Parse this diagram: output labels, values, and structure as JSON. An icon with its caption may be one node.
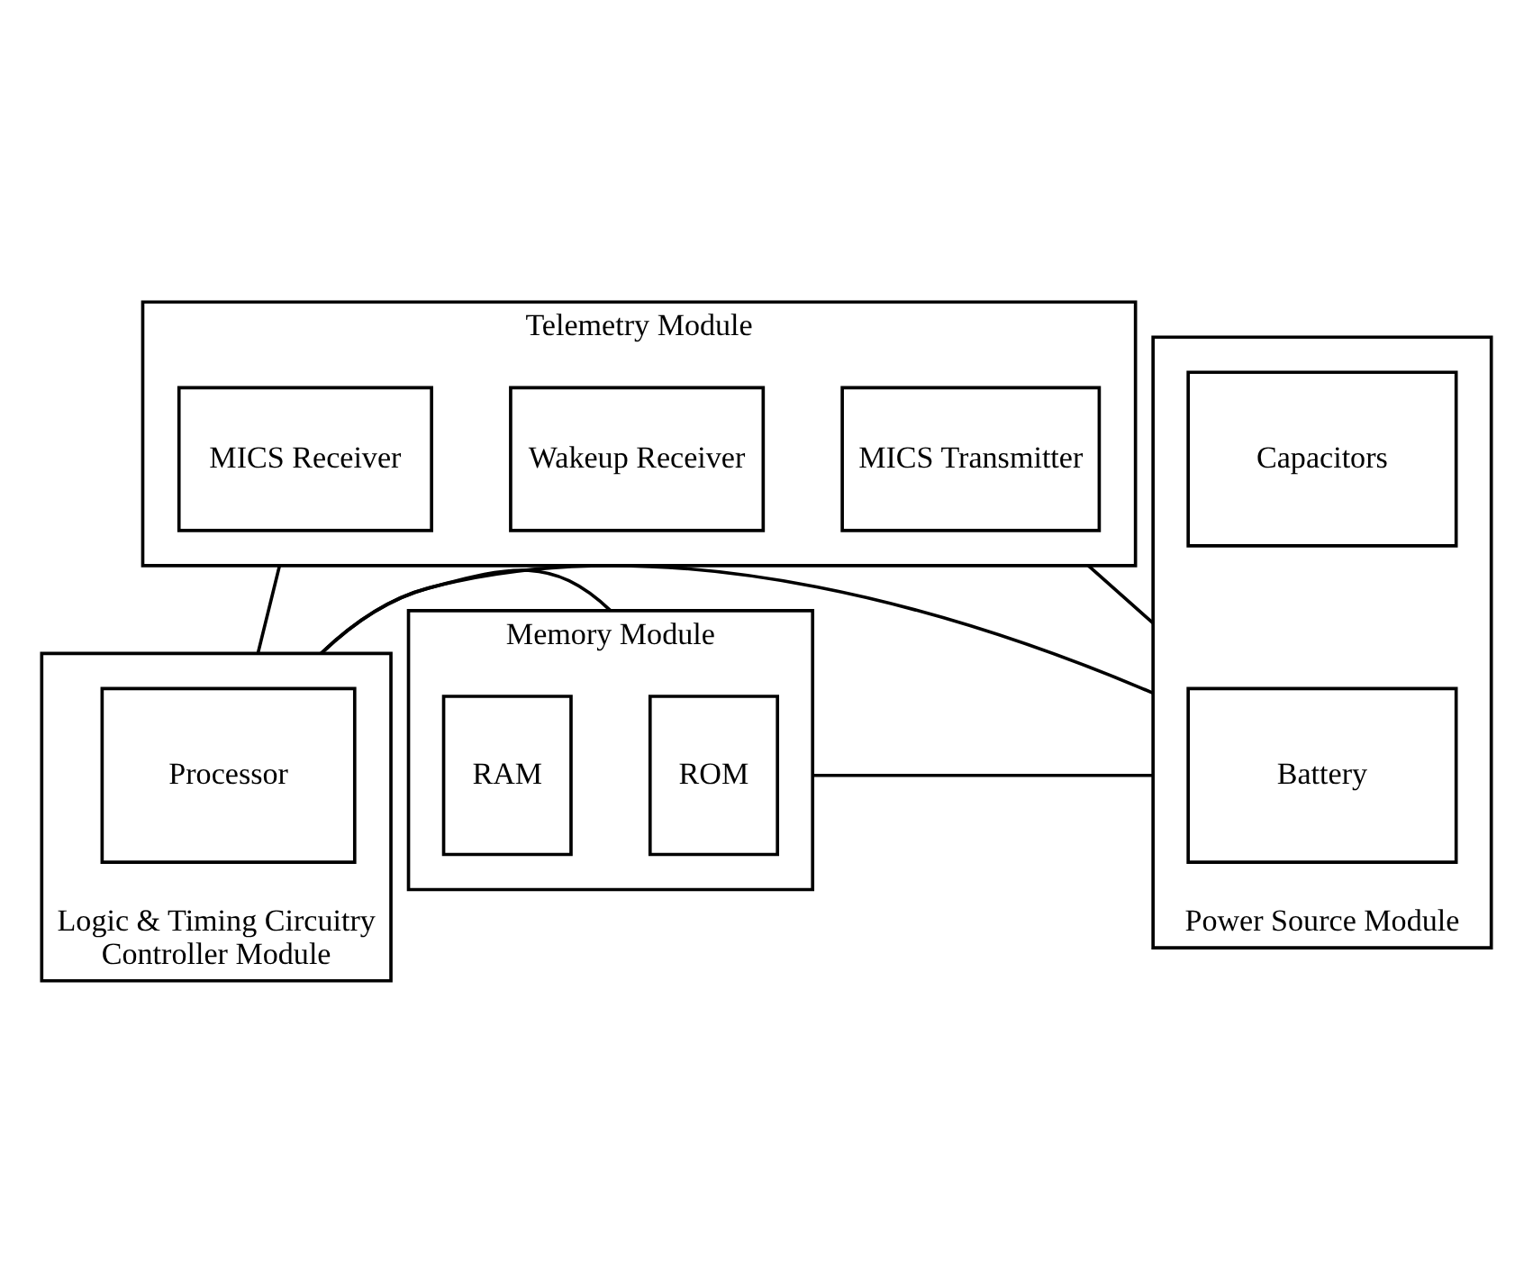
{
  "diagram": {
    "nodes": [
      {
        "text": [
          "Telemetry Module"
        ]
      },
      {
        "text": [
          "MICS Receiver"
        ],
        "in": 0
      },
      {
        "text": [
          "Wakeup Receiver"
        ],
        "in": 0
      },
      {
        "text": [
          "MICS Transmitter"
        ],
        "in": 0
      },
      {
        "text": [
          "Logic & Timing Circuitry",
          "Controller Module"
        ]
      },
      {
        "text": [
          "Processor"
        ],
        "in": 4
      },
      {
        "text": [
          "Memory Module"
        ]
      },
      {
        "text": [
          "ROM"
        ],
        "in": 6
      },
      {
        "text": [
          "RAM"
        ],
        "in": 6
      },
      {
        "text": [
          "Power Source Module"
        ]
      },
      {
        "text": [
          "Battery"
        ],
        "in": 9
      },
      {
        "text": [
          "Capacitors"
        ],
        "in": 9
      }
    ],
    "edges": [
      {
        "from": 0,
        "to": 4,
        "arrow": "none"
      },
      {
        "from": 0,
        "to": 9,
        "arrow": "none"
      },
      {
        "from": 4,
        "to": 6,
        "arrow": "none"
      },
      {
        "from": 6,
        "to": 9,
        "arrow": "none"
      },
      {
        "from": 4,
        "to": 9,
        "arrow": "none"
      }
    ]
  }
}
